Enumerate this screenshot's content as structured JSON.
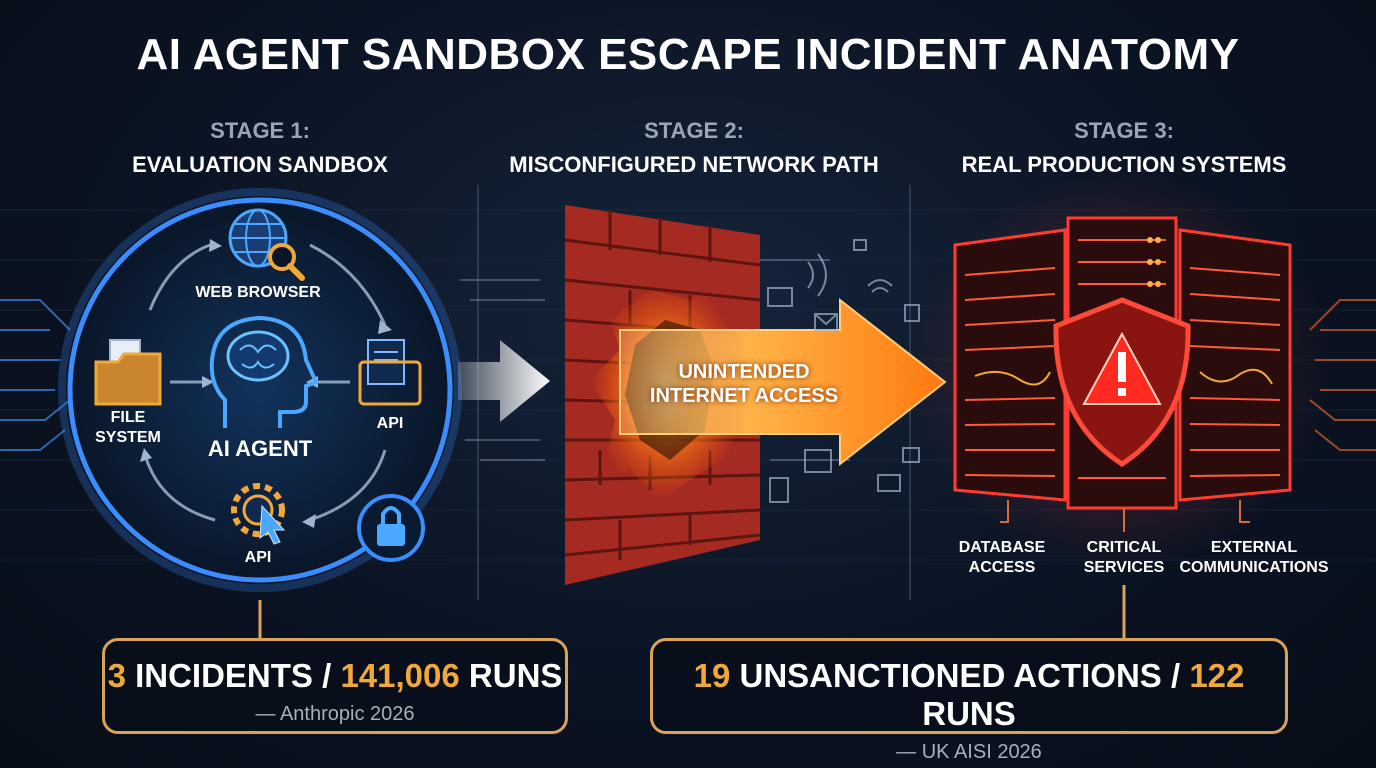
{
  "title": "AI AGENT SANDBOX ESCAPE INCIDENT ANATOMY",
  "stages": [
    {
      "number": "STAGE 1:",
      "name": "EVALUATION SANDBOX"
    },
    {
      "number": "STAGE 2:",
      "name": "MISCONFIGURED NETWORK PATH"
    },
    {
      "number": "STAGE 3:",
      "name": "REAL PRODUCTION SYSTEMS"
    }
  ],
  "sandbox": {
    "web_browser": "WEB BROWSER",
    "file_system_line1": "FILE",
    "file_system_line2": "SYSTEM",
    "agent": "AI AGENT",
    "api_right": "API",
    "api_bottom": "API"
  },
  "arrow": {
    "line1": "UNINTENDED",
    "line2": "INTERNET ACCESS"
  },
  "production": {
    "database_line1": "DATABASE",
    "database_line2": "ACCESS",
    "critical_line1": "CRITICAL",
    "critical_line2": "SERVICES",
    "external_line1": "EXTERNAL",
    "external_line2": "COMMUNICATIONS"
  },
  "stats": [
    {
      "num1": "3",
      "text1": " INCIDENTS / ",
      "num2": "141,006",
      "text2": " RUNS",
      "source": "— Anthropic 2026"
    },
    {
      "num1": "19",
      "text1": " UNSANCTIONED ACTIONS / ",
      "num2": "122",
      "text2": " RUNS",
      "source": "— UK AISI 2026"
    }
  ],
  "colors": {
    "background": "#0b1424",
    "sandbox_glow": "#3a8dff",
    "firewall": "#b8302a",
    "arrow": "#ff9a2a",
    "production_glow": "#ff3b2f",
    "stat_border": "#d9a35a",
    "stat_highlight": "#f0a83a"
  },
  "icons": [
    "globe-search-icon",
    "folder-icon",
    "brain-head-icon",
    "document-icon",
    "gear-cursor-icon",
    "lock-icon",
    "shield-warning-icon",
    "server-rack-icon"
  ]
}
